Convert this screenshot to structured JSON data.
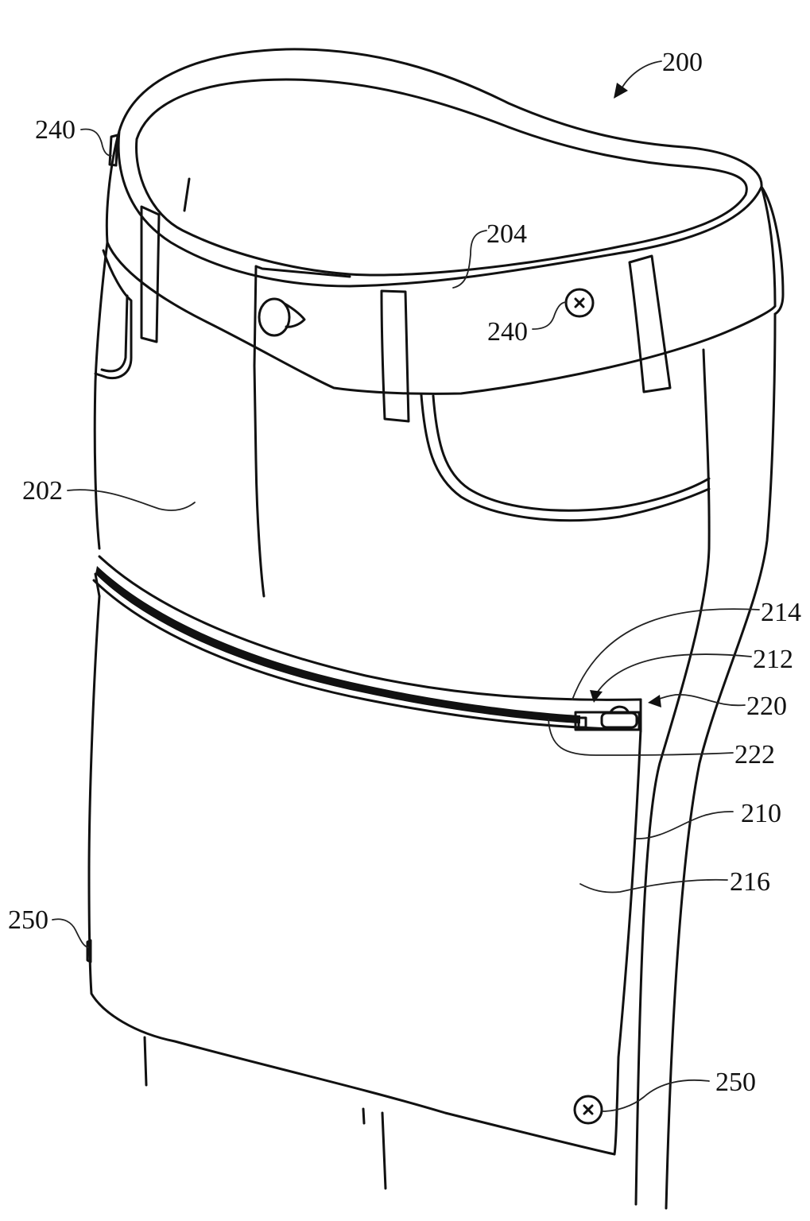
{
  "figure": {
    "title": "Garment with detachable lower panel (patent drawing)",
    "stroke_color": "#111111",
    "background": "#ffffff"
  },
  "labels": [
    {
      "id": "200",
      "text": "200",
      "target": "overall-garment"
    },
    {
      "id": "240a",
      "text": "240",
      "target": "side-fastener-top"
    },
    {
      "id": "204",
      "text": "204",
      "target": "waistband"
    },
    {
      "id": "240b",
      "text": "240",
      "target": "front-fastener-top"
    },
    {
      "id": "202",
      "text": "202",
      "target": "upper-garment-body"
    },
    {
      "id": "214",
      "text": "214",
      "target": "zipper-tape"
    },
    {
      "id": "212",
      "text": "212",
      "target": "zipper-teeth"
    },
    {
      "id": "220",
      "text": "220",
      "target": "zipper-end"
    },
    {
      "id": "222",
      "text": "222",
      "target": "zipper-slider"
    },
    {
      "id": "210",
      "text": "210",
      "target": "side-edge"
    },
    {
      "id": "216",
      "text": "216",
      "target": "detachable-lower-panel"
    },
    {
      "id": "250a",
      "text": "250",
      "target": "side-fastener-bottom"
    },
    {
      "id": "250b",
      "text": "250",
      "target": "front-fastener-bottom"
    }
  ]
}
